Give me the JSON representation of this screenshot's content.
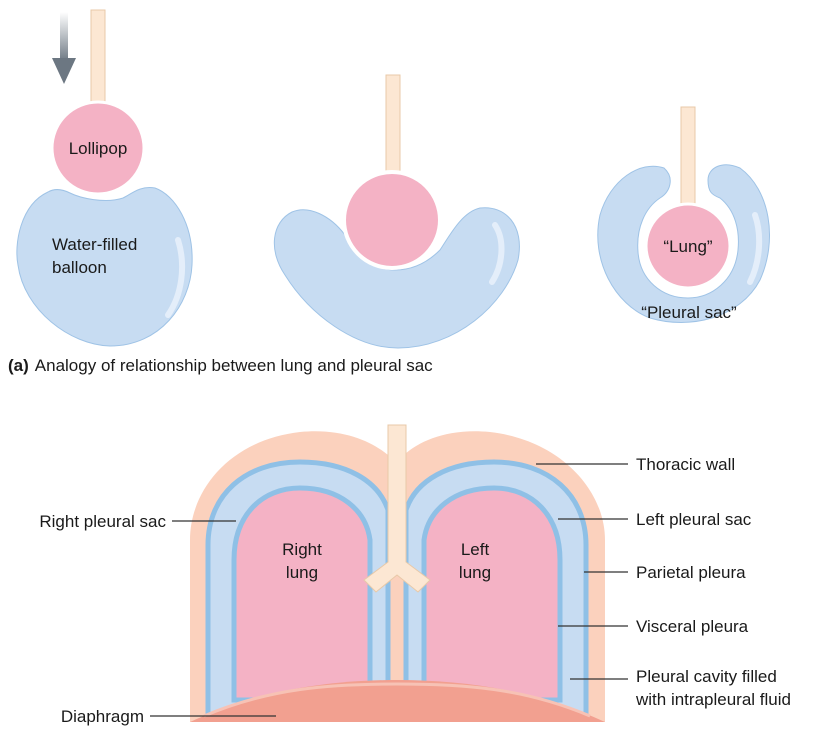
{
  "panel_a": {
    "lollipop_label": "Lollipop",
    "balloon_label_line1": "Water-filled",
    "balloon_label_line2": "balloon",
    "lung_label": "“Lung”",
    "pleural_sac_label": "“Pleural sac”",
    "caption_letter": "(a)",
    "caption_text": "Analogy of relationship between lung and pleural sac"
  },
  "panel_b": {
    "right_lung_line1": "Right",
    "right_lung_line2": "lung",
    "left_lung_line1": "Left",
    "left_lung_line2": "lung",
    "callouts_left": {
      "right_pleural_sac": "Right pleural sac",
      "diaphragm": "Diaphragm"
    },
    "callouts_right": {
      "thoracic_wall": "Thoracic wall",
      "left_pleural_sac": "Left pleural sac",
      "parietal_pleura": "Parietal pleura",
      "visceral_pleura": "Visceral pleura",
      "pleural_cavity_line1": "Pleural cavity filled",
      "pleural_cavity_line2": "with intrapleural fluid"
    }
  },
  "colors": {
    "lung_pink": "#f4b2c5",
    "sac_blue": "#c7dcf2",
    "pleura_blue": "#8fc0e6",
    "wall_peach": "#fbd1bd",
    "stick": "#fce7d3",
    "diaphragm": "#f2a090",
    "arrow_gray": "#7a8591"
  }
}
